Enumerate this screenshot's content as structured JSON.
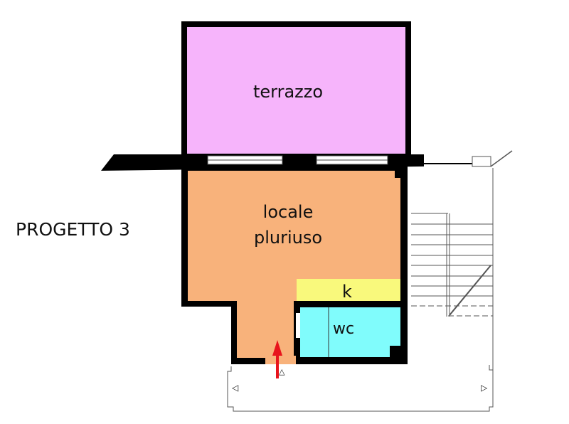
{
  "title": "PROGETTO 3",
  "rooms": {
    "terrace": {
      "label": "terrazzo",
      "color": "#f6b4fb"
    },
    "living_line1": "locale",
    "living_line2": "pluriuso",
    "living_color": "#f8b27b",
    "kitchen": {
      "label": "k",
      "color": "#f9f97c"
    },
    "bathroom": {
      "label": "wc",
      "color": "#80fcfc"
    }
  },
  "colors": {
    "wall": "#000000",
    "entrance_arrow": "#e8141c",
    "line": "#555555"
  }
}
